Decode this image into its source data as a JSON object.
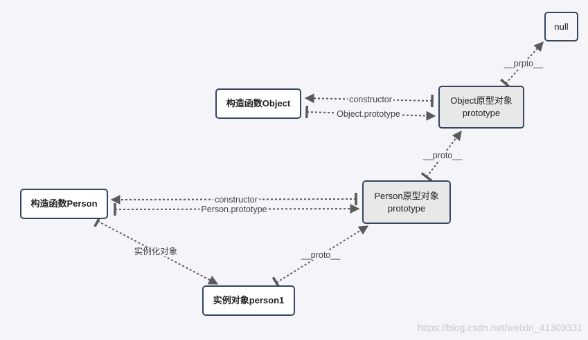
{
  "nodes": {
    "null": "null",
    "object_ctor": "构造函数Object",
    "object_proto_title": "Object原型对象",
    "object_proto_sub": "prototype",
    "person_ctor": "构造函数Person",
    "person_proto_title": "Person原型对象",
    "person_proto_sub": "prototype",
    "instance": "实例对象person1"
  },
  "edges": {
    "object_null": "__prpto__",
    "object_constructor": "constructor",
    "object_prototype": "Object.prototype",
    "person_to_object": "__proto__",
    "person_constructor": "constructor",
    "person_prototype": "Person.prototype",
    "instantiate": "实例化对象",
    "instance_proto": "__proto__"
  },
  "watermark": "https://blog.csdn.net/weixin_41309331"
}
